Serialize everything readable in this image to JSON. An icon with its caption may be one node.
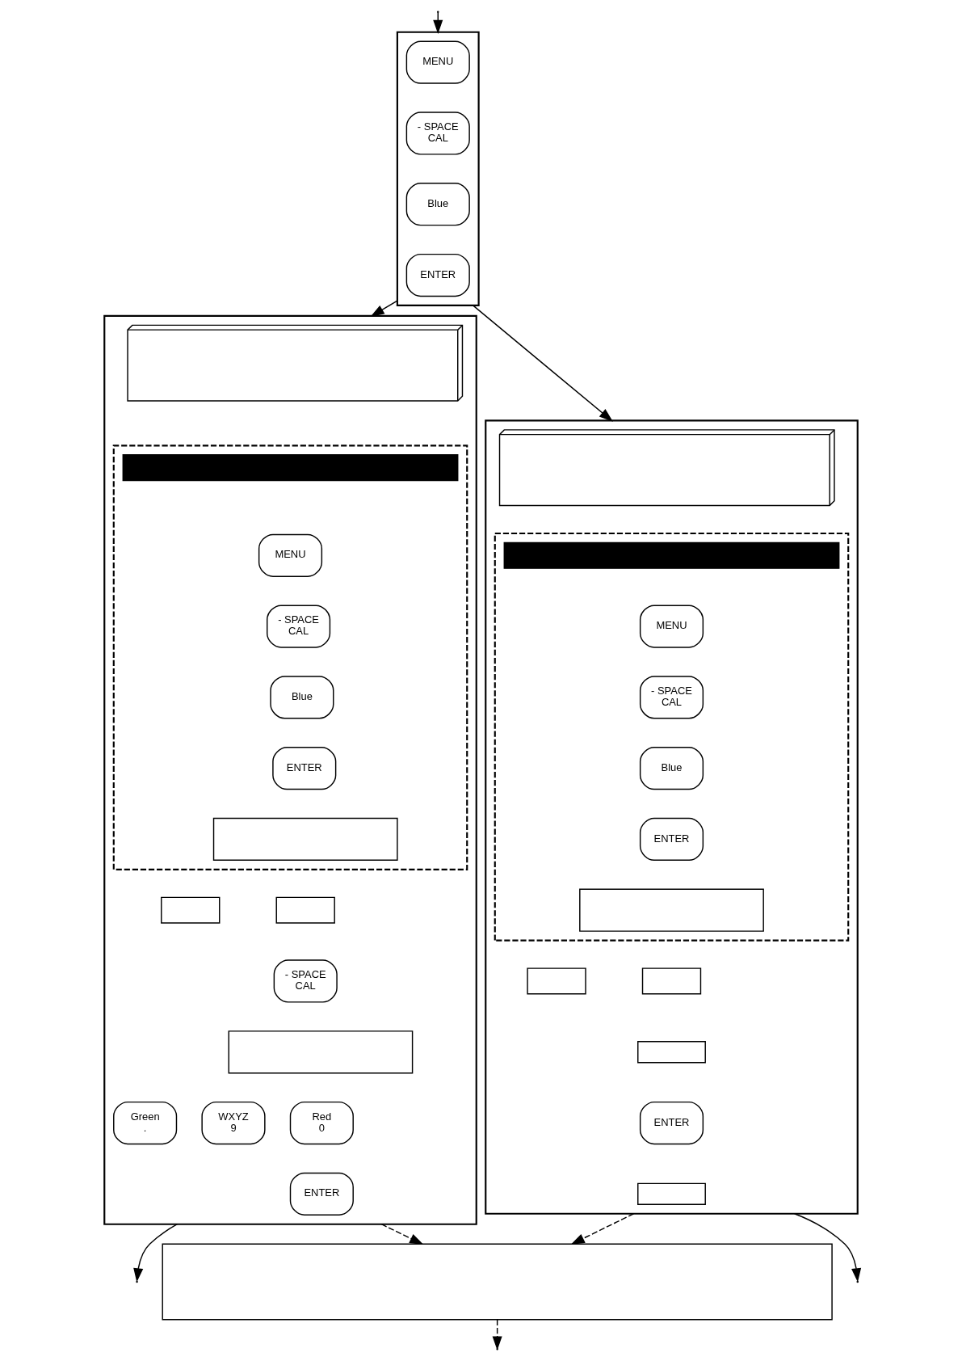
{
  "diagram": {
    "nodes": [
      {
        "text": [],
        "shape": "box"
      },
      {
        "text": [
          "MENU"
        ],
        "in": 0
      },
      {
        "text": [
          "- SPACE",
          "CAL"
        ],
        "in": 0
      },
      {
        "text": [
          "Blue"
        ],
        "in": 0
      },
      {
        "text": [
          "ENTER"
        ],
        "in": 0
      },
      {
        "text": [],
        "shape": "box"
      },
      {
        "text": [],
        "shape": "picture",
        "in": 5
      },
      {
        "text": [],
        "shape": "box",
        "in": 5
      },
      {
        "text": [],
        "shape": "bar",
        "in": 7
      },
      {
        "text": [
          "MENU"
        ],
        "in": 7
      },
      {
        "text": [
          "- SPACE",
          "CAL"
        ],
        "in": 7
      },
      {
        "text": [
          "Blue"
        ],
        "in": 7
      },
      {
        "text": [
          "ENTER"
        ],
        "in": 7
      },
      {
        "text": [],
        "shape": "box",
        "in": 7
      },
      {
        "text": [],
        "shape": "box",
        "in": 5
      },
      {
        "text": [],
        "shape": "box",
        "in": 5
      },
      {
        "text": [],
        "shape": "box",
        "in": 5
      },
      {
        "text": [
          "ENTER"
        ],
        "in": 5
      },
      {
        "text": [],
        "shape": "box",
        "in": 5
      },
      {
        "text": [],
        "shape": "box"
      },
      {
        "text": [],
        "shape": "picture",
        "in": 19
      },
      {
        "text": [],
        "shape": "box",
        "in": 19
      },
      {
        "text": [],
        "shape": "bar",
        "in": 21
      },
      {
        "text": [
          "MENU"
        ],
        "in": 21
      },
      {
        "text": [
          "- SPACE",
          "CAL"
        ],
        "in": 21
      },
      {
        "text": [
          "Blue"
        ],
        "in": 21
      },
      {
        "text": [
          "ENTER"
        ],
        "in": 21
      },
      {
        "text": [],
        "shape": "box",
        "in": 21
      },
      {
        "text": [],
        "shape": "box",
        "in": 19
      },
      {
        "text": [],
        "shape": "box",
        "in": 19
      },
      {
        "text": [
          "- SPACE",
          "CAL"
        ],
        "in": 19
      },
      {
        "text": [],
        "shape": "box",
        "in": 19
      },
      {
        "text": [
          "Red",
          "0"
        ],
        "in": 19
      },
      {
        "text": [
          "WXYZ",
          "9"
        ],
        "in": 19
      },
      {
        "text": [
          "Green",
          "."
        ],
        "in": 19
      },
      {
        "text": [
          "ENTER"
        ],
        "in": 19
      },
      {
        "text": [],
        "shape": "box"
      }
    ],
    "edges": [
      {
        "from": null,
        "to": 0,
        "arrow": "to"
      },
      {
        "from": 0,
        "to": 5,
        "arrow": "to"
      },
      {
        "from": 0,
        "to": 19,
        "arrow": "to"
      },
      {
        "from": 5,
        "to": null,
        "arrow": "to"
      },
      {
        "from": 19,
        "to": null,
        "arrow": "to"
      },
      {
        "from": 5,
        "to": 36,
        "arrow": "to",
        "style": "dashed"
      },
      {
        "from": 19,
        "to": 36,
        "arrow": "to",
        "style": "dashed"
      },
      {
        "from": 36,
        "to": null,
        "arrow": "to",
        "style": "dashed"
      }
    ]
  }
}
